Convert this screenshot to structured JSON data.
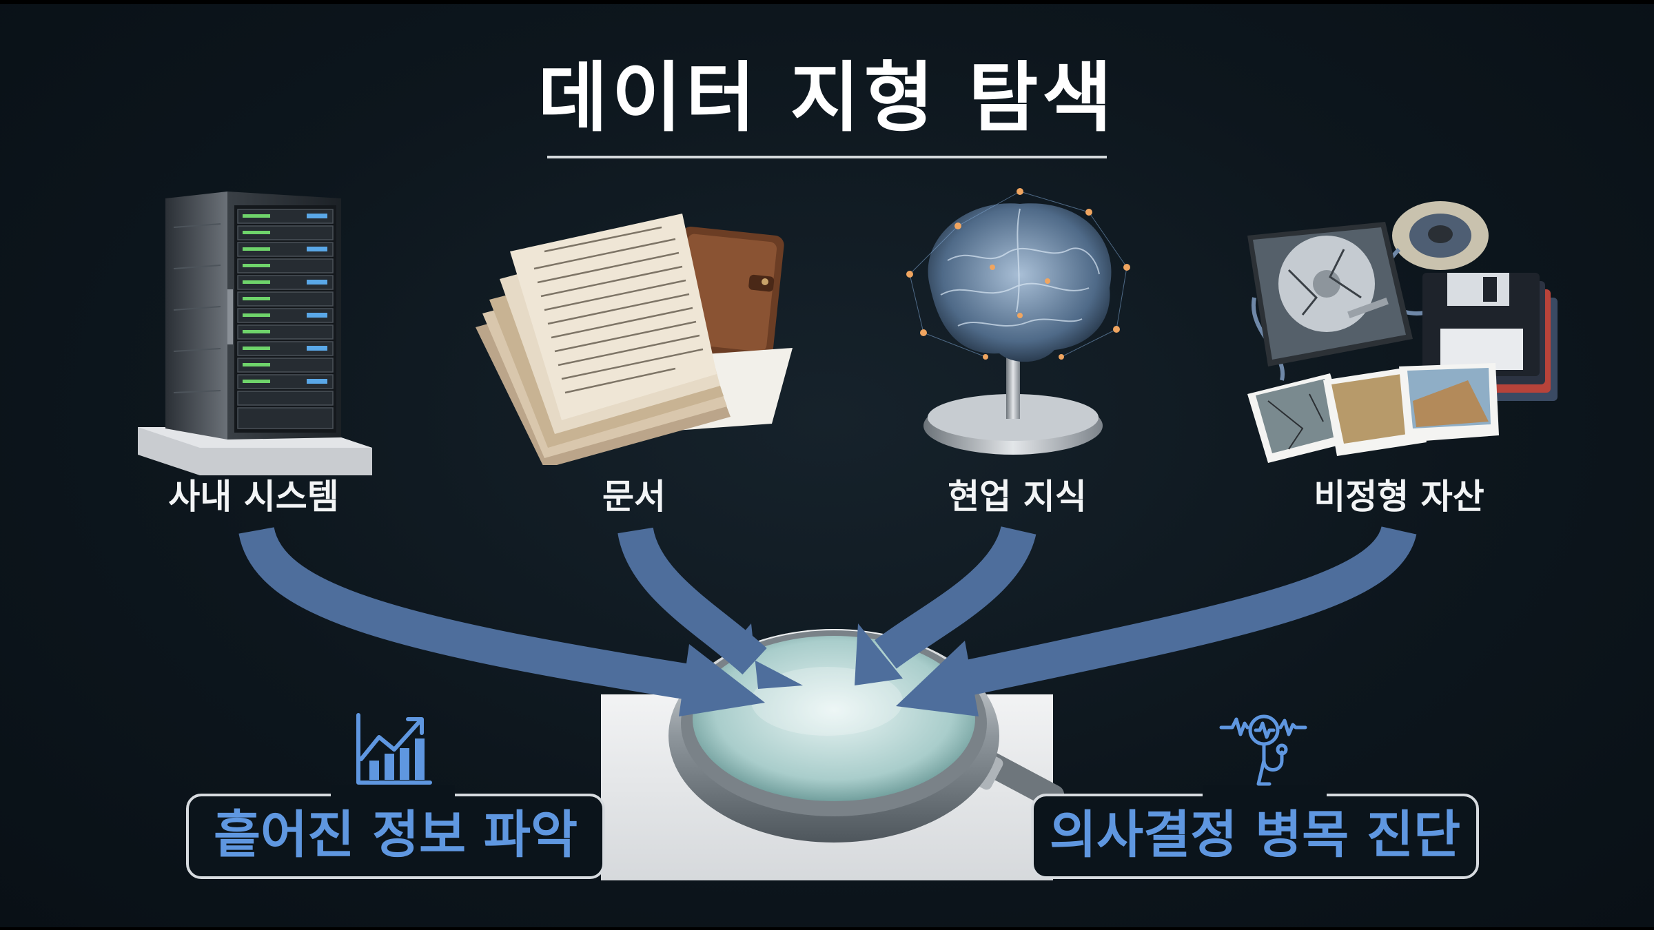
{
  "title": "데이터 지형 탐색",
  "sources": [
    {
      "label": "사내 시스템",
      "icon": "server-rack-icon"
    },
    {
      "label": "문서",
      "icon": "document-stack-icon"
    },
    {
      "label": "현업 지식",
      "icon": "brain-network-icon"
    },
    {
      "label": "비정형 자산",
      "icon": "hard-drive-floppy-photos-icon"
    }
  ],
  "center": {
    "icon": "magnifying-glass-icon"
  },
  "outputs": [
    {
      "label": "흩어진 정보 파악",
      "icon": "bar-chart-growth-icon"
    },
    {
      "label": "의사결정 병목 진단",
      "icon": "stethoscope-waveform-icon"
    }
  ],
  "colors": {
    "background": "#0d161d",
    "arrow": "#4e6e9c",
    "output_text": "#5f97e0",
    "title": "#ffffff"
  }
}
